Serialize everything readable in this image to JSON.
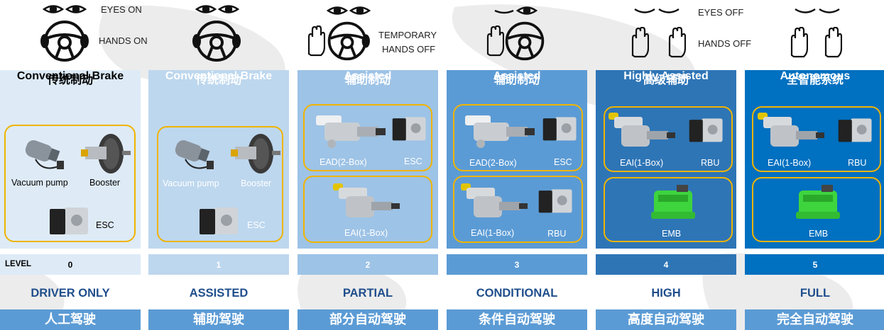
{
  "header": {
    "eyes_on": "EYES ON",
    "hands_on": "HANDS ON",
    "temporary_hands_off_line1": "TEMPORARY",
    "temporary_hands_off_line2": "HANDS OFF",
    "eyes_off": "EYES OFF",
    "hands_off": "HANDS OFF"
  },
  "level_label": "LEVEL",
  "columns": [
    {
      "title_zh": "传统制动",
      "title_en": "Conventional Brake",
      "components": [
        "Vacuum pump",
        "Booster",
        "ESC"
      ],
      "level": "0",
      "mode": "DRIVER ONLY",
      "mode_zh": "人工驾驶"
    },
    {
      "title_zh": "传统制动",
      "title_en": "Conventional Brake",
      "components": [
        "Vacuum pump",
        "Booster",
        "ESC"
      ],
      "level": "1",
      "mode": "ASSISTED",
      "mode_zh": "辅助驾驶"
    },
    {
      "title_zh": "辅助制动",
      "title_en": "Assisted",
      "components": [
        "EAD(2-Box)",
        "ESC",
        "EAI(1-Box)"
      ],
      "level": "2",
      "mode": "PARTIAL",
      "mode_zh": "部分自动驾驶"
    },
    {
      "title_zh": "辅助制动",
      "title_en": "Assisted",
      "components": [
        "EAD(2-Box)",
        "ESC",
        "EAI(1-Box)",
        "RBU"
      ],
      "level": "3",
      "mode": "CONDITIONAL",
      "mode_zh": "条件自动驾驶"
    },
    {
      "title_zh": "高级辅助",
      "title_en": "Highly Assisted",
      "components": [
        "EAI(1-Box)",
        "RBU",
        "EMB"
      ],
      "level": "4",
      "mode": "HIGH",
      "mode_zh": "高度自动驾驶"
    },
    {
      "title_zh": "全智能系统",
      "title_en": "Autonomous",
      "components": [
        "EAI(1-Box)",
        "RBU",
        "EMB"
      ],
      "level": "5",
      "mode": "FULL",
      "mode_zh": "完全自动驾驶"
    }
  ],
  "colors": {
    "col0": "#deebf7",
    "col1": "#bdd7ee",
    "col2": "#9dc3e6",
    "col3": "#5b9bd5",
    "col4": "#2e75b6",
    "col5": "#0070c0",
    "group_border": "#f0b400",
    "mode_text": "#1f4e8c",
    "zh_bar": "#5b9bd5",
    "emb_green": "#3ed43e"
  }
}
